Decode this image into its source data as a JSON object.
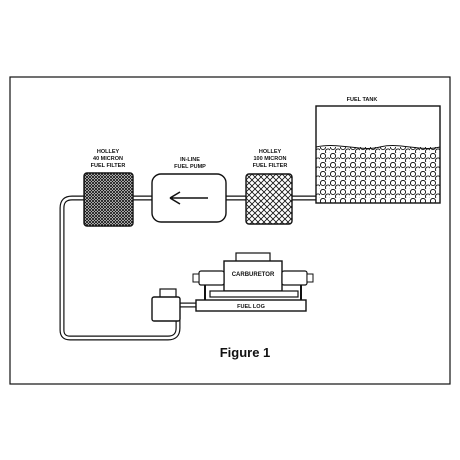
{
  "figure": {
    "caption": "Figure 1",
    "colors": {
      "line": "#111111",
      "background": "#ffffff"
    }
  },
  "labels": {
    "fuel_tank": "FUEL TANK",
    "filter_40": [
      "HOLLEY",
      "40 MICRON",
      "FUEL FILTER"
    ],
    "pump": [
      "IN-LINE",
      "FUEL PUMP"
    ],
    "filter_100": [
      "HOLLEY",
      "100 MICRON",
      "FUEL FILTER"
    ],
    "carburetor": "CARBURETOR",
    "fuel_log": "FUEL LOG"
  }
}
